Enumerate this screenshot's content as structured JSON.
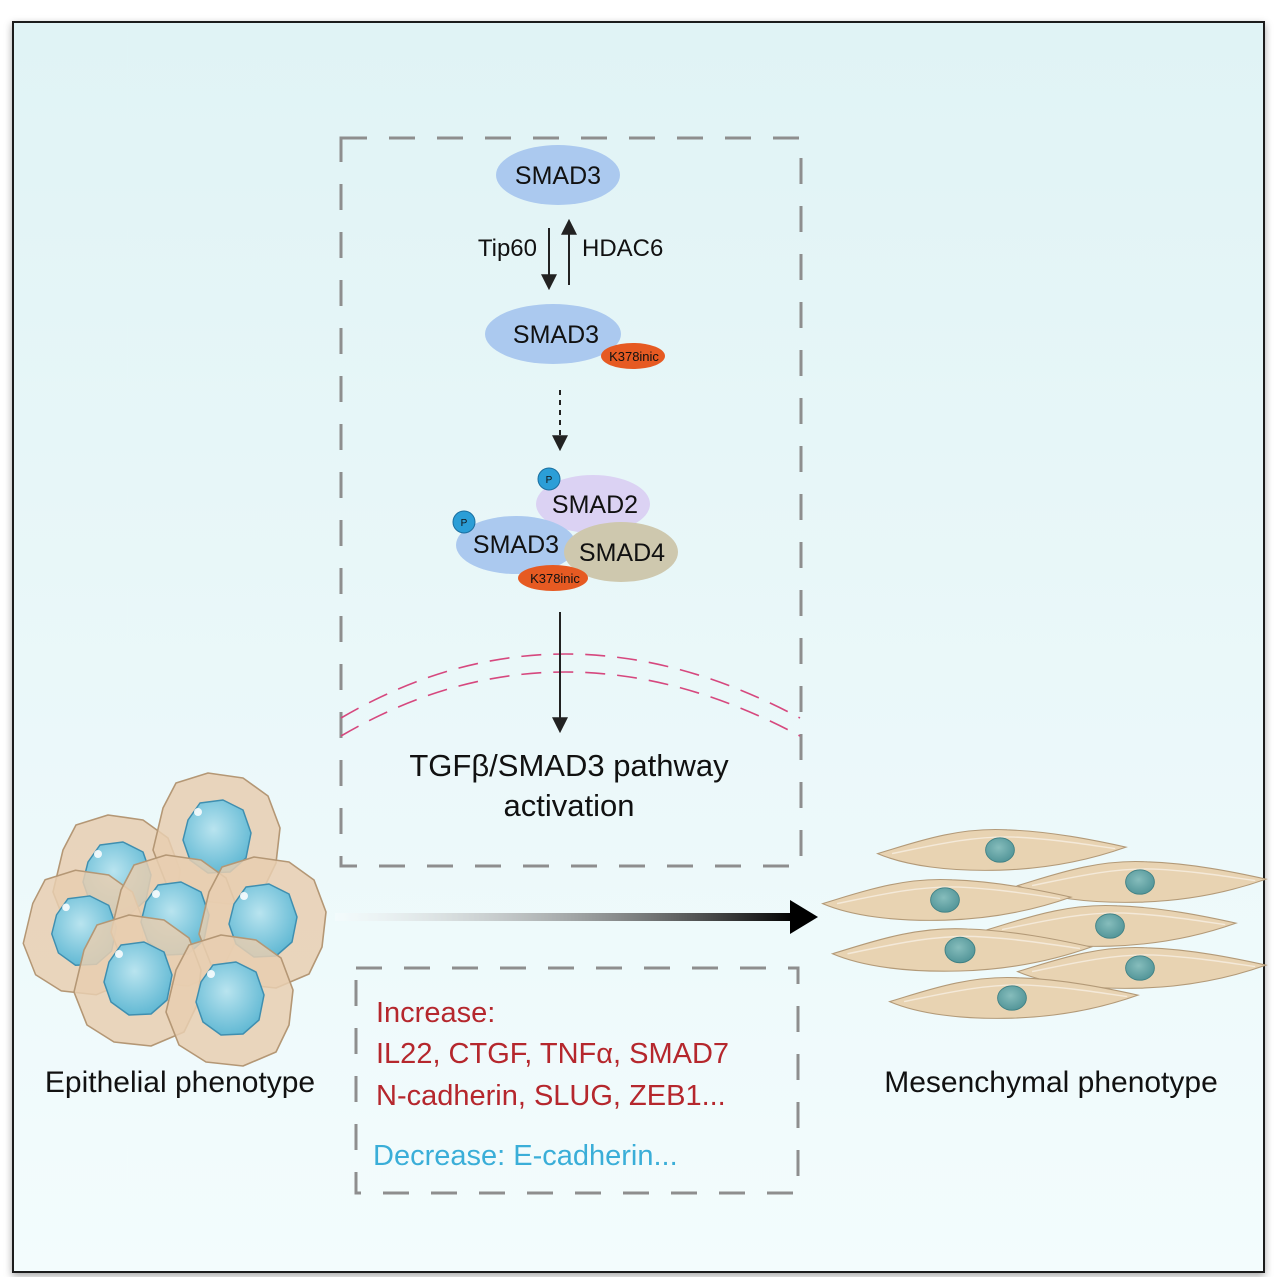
{
  "pathway": {
    "smad3_top": "SMAD3",
    "acetylase": "Tip60",
    "deacetylase": "HDAC6",
    "smad3_modified": "SMAD3",
    "mod_site_1": "K378inic",
    "phospho_1": "P",
    "phospho_2": "P",
    "complex_smad2": "SMAD2",
    "complex_smad3": "SMAD3",
    "complex_smad4": "SMAD4",
    "mod_site_2": "K378inic",
    "activation_line1": "TGFβ/SMAD3 pathway",
    "activation_line2": "activation"
  },
  "phenotypes": {
    "left_label": "Epithelial phenotype",
    "right_label": "Mesenchymal phenotype"
  },
  "markers": {
    "increase_title": "Increase:",
    "increase_line1": "IL22, CTGF, TNFα, SMAD7",
    "increase_line2": "N-cadherin, SLUG, ZEB1...",
    "decrease_line": "Decrease: E-cadherin..."
  },
  "colors": {
    "background_top": "#e2f4f6",
    "background_bottom": "#f1fcfd",
    "smad_blue": "#a9c8ef",
    "smad2_lavender": "#dcd3f4",
    "smad4_khaki": "#cfc9b0",
    "k378_orange": "#e85b22",
    "phospho_blue": "#2a9fd8",
    "dash_gray": "#8c8c8c",
    "membrane_pink": "#d6487e",
    "increase_red": "#b5272d",
    "decrease_blue": "#3aaed8",
    "cell_tan": "#e8d4b4",
    "nucleus_blue": "#79c6dc",
    "nucleus_teal": "#5fa1a4"
  }
}
